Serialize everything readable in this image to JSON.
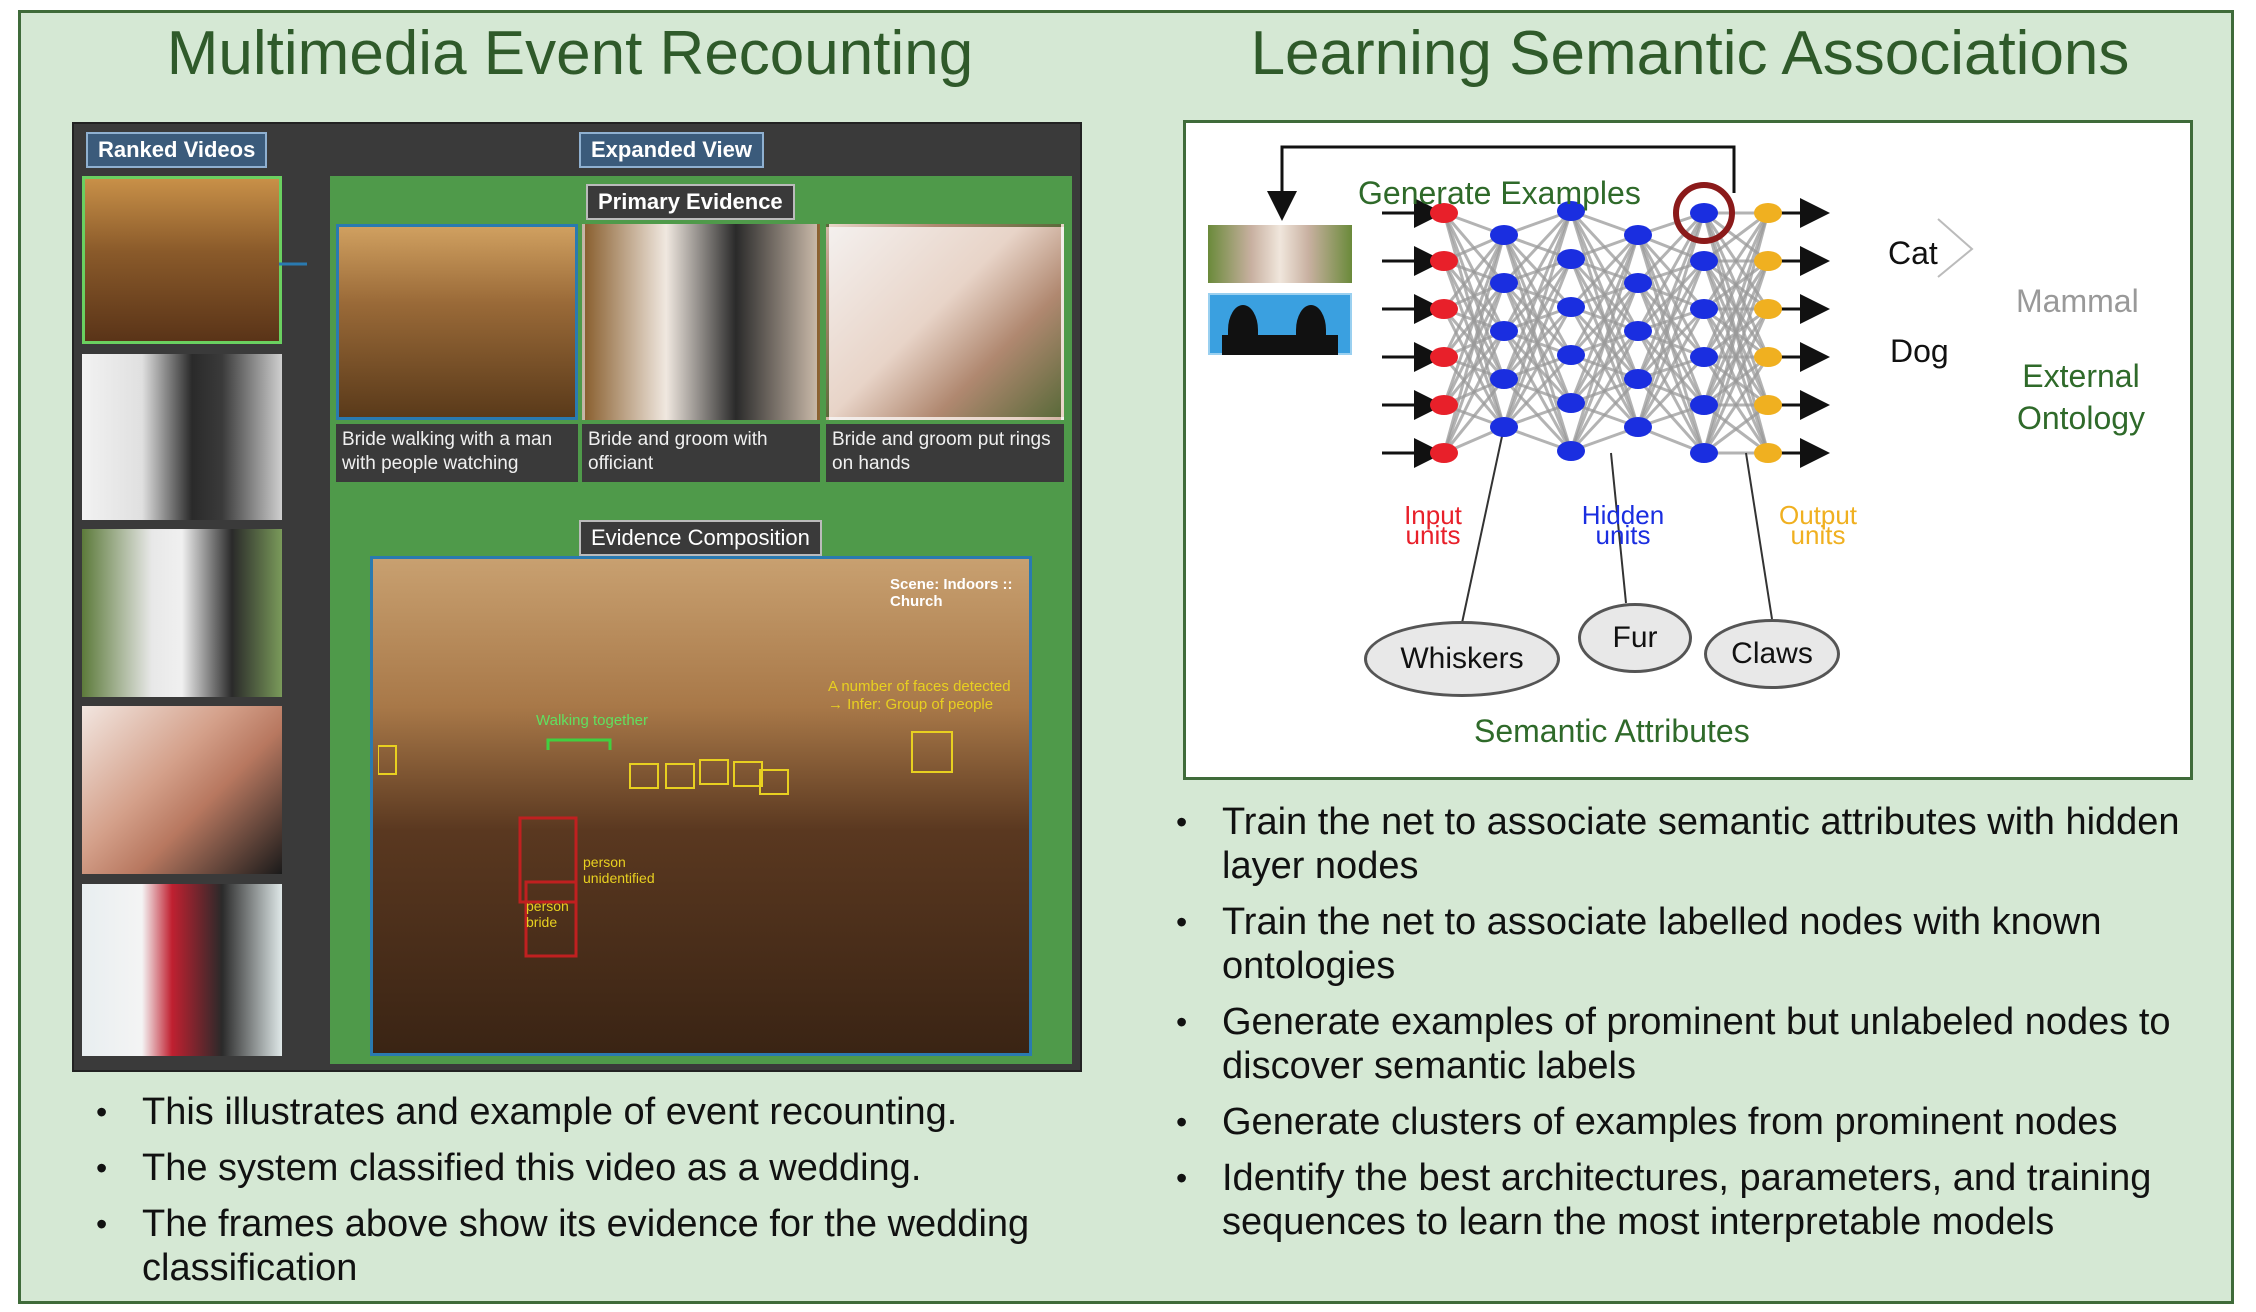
{
  "left": {
    "title": "Multimedia Event Recounting",
    "tabs": {
      "ranked": "Ranked Videos",
      "expanded": "Expanded View",
      "primary": "Primary Evidence",
      "composition": "Evidence Composition"
    },
    "captions": [
      "Bride walking with a man with people watching",
      "Bride and groom with officiant",
      "Bride and groom put rings on hands"
    ],
    "scene_label": "Scene:  Indoors :: Church",
    "annotations": {
      "faces": "A number of faces detected → Infer:  Group of people",
      "walking": "Walking together",
      "person_unidentified": "person unidentified",
      "person_bride": "person bride"
    },
    "bullets": [
      "This illustrates and example of event recounting.",
      "The system classified this video as a wedding.",
      "The frames above show its evidence for the wedding classification"
    ]
  },
  "right": {
    "title": "Learning Semantic Associations",
    "generate_examples": "Generate Examples",
    "outputs": [
      "Cat",
      "Dog"
    ],
    "mammal": "Mammal",
    "external_ontology": "External Ontology",
    "layer_labels": {
      "input": "Input units",
      "hidden": "Hidden units",
      "output": "Output units"
    },
    "attributes": [
      "Whiskers",
      "Fur",
      "Claws"
    ],
    "semantic_attributes": "Semantic Attributes",
    "bullets": [
      "Train the net to associate semantic attributes with hidden layer nodes",
      "Train the net to associate labelled nodes with known ontologies",
      "Generate examples of prominent but unlabeled nodes to discover semantic labels",
      "Generate clusters of examples from prominent nodes",
      "Identify the best architectures, parameters, and training sequences to learn the most interpretable models"
    ]
  },
  "colors": {
    "background": "#d5e8d4",
    "title": "#2f5a2a",
    "input_node": "#e8202a",
    "hidden_node": "#1a2ee0",
    "output_node": "#f0b020",
    "highlight": "#8b1a1a"
  }
}
